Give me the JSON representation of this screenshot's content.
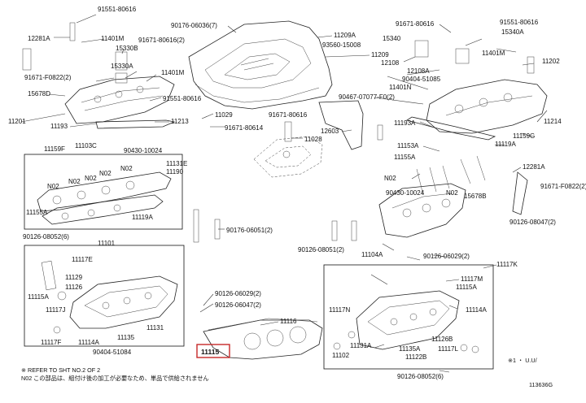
{
  "diagram_id": "113636G",
  "highlighted_part": "11115",
  "notes": [
    "※ REFER TO SHT NO.2 OF 2",
    "N02 この部品は、組付け後の加工が必要なため、単品で供給されません"
  ],
  "page_info": "※1 ・ U.U/",
  "labels": [
    "91551-80616",
    "12281A",
    "11401M",
    "15330B",
    "91671-80616(2)",
    "15330A",
    "91671-F0822(2)",
    "15678D",
    "11401M",
    "91551-80616",
    "11201",
    "11193",
    "11213",
    "11159F",
    "11103C",
    "90430-10024",
    "11131E",
    "11190",
    "N02",
    "N02",
    "N02",
    "N02",
    "N02",
    "11155A",
    "11119A",
    "90126-08052(6)",
    "11101",
    "11117E",
    "11129",
    "11126",
    "11115A",
    "11117J",
    "11117F",
    "11114A",
    "11135",
    "11131",
    "90404-51084",
    "90176-06036(7)",
    "11209A",
    "93560-15008",
    "11209",
    "11029",
    "91671-80614",
    "11028",
    "90176-06051(2)",
    "90126-06029(2)",
    "90126-06047(2)",
    "11116",
    "12603",
    "90467-07077-F0(2)",
    "91671-80616",
    "15340",
    "12108",
    "12108A",
    "90404-51085",
    "11401N",
    "91671-80616",
    "91551-80616",
    "15340A",
    "11401M",
    "11202",
    "11214",
    "11193A",
    "11159G",
    "11153A",
    "11155A",
    "N02",
    "N02",
    "15678B",
    "11119A",
    "90430-10024",
    "12281A",
    "91671-F0822(2)",
    "90126-08047(2)",
    "90126-08051(2)",
    "11104A",
    "90126-06029(2)",
    "11117K",
    "11117M",
    "11115A",
    "11114A",
    "11117N",
    "11131A",
    "11135A",
    "11122B",
    "11126B",
    "11117L",
    "11102",
    "90126-08052(6)"
  ]
}
